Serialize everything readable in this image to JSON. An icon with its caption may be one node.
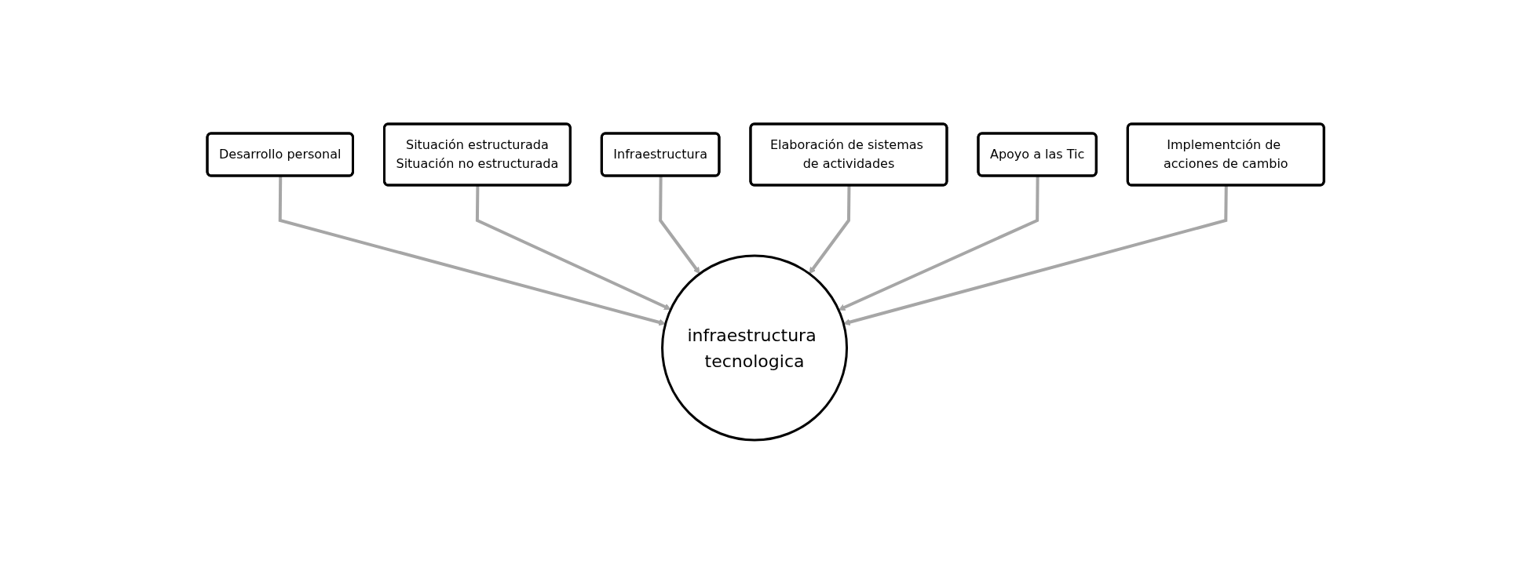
{
  "diagram": {
    "nodes": [
      {
        "text": [
          "Desarrollo personal"
        ]
      },
      {
        "text": [
          "Situación estructurada",
          "Situación no estructurada"
        ]
      },
      {
        "text": [
          "Infraestructura"
        ]
      },
      {
        "text": [
          "Elaboración de sistemas de actividades"
        ]
      },
      {
        "text": [
          "Apoyo a las Tic"
        ]
      },
      {
        "text": [
          "infraestructura tecnologica"
        ]
      },
      {
        "text": [
          "Implementción de acciones de cambio"
        ]
      }
    ],
    "edges": [
      {
        "from": 0,
        "to": 5,
        "arrow": "to"
      },
      {
        "from": 1,
        "to": 5,
        "arrow": "to"
      },
      {
        "from": 2,
        "to": 5,
        "arrow": "to"
      },
      {
        "from": 3,
        "to": 5,
        "arrow": "to"
      },
      {
        "from": 4,
        "to": 5,
        "arrow": "to"
      },
      {
        "from": 6,
        "to": 5,
        "arrow": "to"
      }
    ]
  }
}
